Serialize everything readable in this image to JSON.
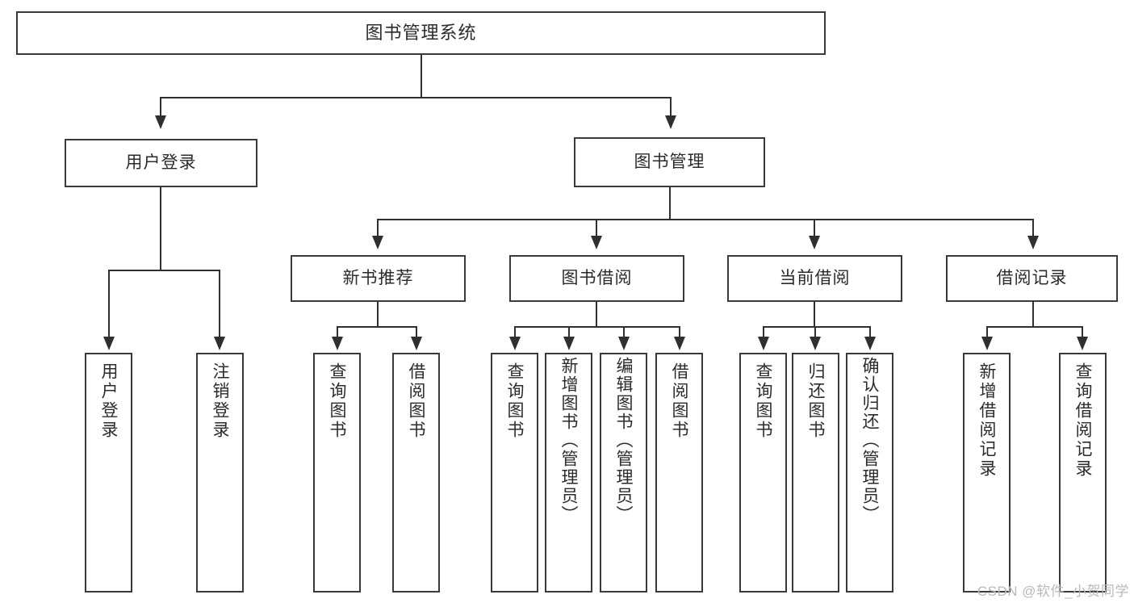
{
  "diagram": {
    "title": "图书管理系统",
    "type": "tree",
    "root": {
      "label": "图书管理系统"
    },
    "level2": [
      {
        "label": "用户登录"
      },
      {
        "label": "图书管理"
      }
    ],
    "level3": [
      {
        "label": "新书推荐"
      },
      {
        "label": "图书借阅"
      },
      {
        "label": "当前借阅"
      },
      {
        "label": "借阅记录"
      }
    ],
    "leaves": {
      "user_login": [
        {
          "label": "用户登录"
        },
        {
          "label": "注销登录"
        }
      ],
      "new_book_recommend": [
        {
          "label": "查询图书"
        },
        {
          "label": "借阅图书"
        }
      ],
      "book_borrow": [
        {
          "label": "查询图书"
        },
        {
          "label": "新增图书（管理员）"
        },
        {
          "label": "编辑图书（管理员）"
        },
        {
          "label": "借阅图书"
        }
      ],
      "current_borrow": [
        {
          "label": "查询图书"
        },
        {
          "label": "归还图书"
        },
        {
          "label": "确认归还（管理员）"
        }
      ],
      "borrow_record": [
        {
          "label": "新增借阅记录"
        },
        {
          "label": "查询借阅记录"
        }
      ]
    }
  },
  "watermark": {
    "text": "CSDN @软件_小贺同学"
  },
  "colors": {
    "stroke": "#3a3a3a",
    "connector": "#2f2f2f",
    "text": "#2b2b2b",
    "background": "#ffffff",
    "watermark": "#b9b9b9"
  }
}
